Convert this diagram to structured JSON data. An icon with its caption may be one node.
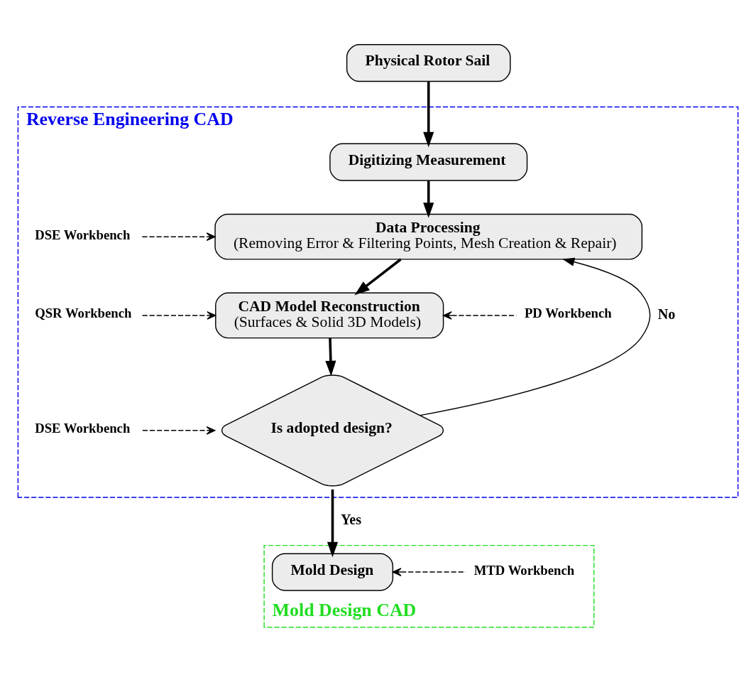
{
  "diagram": {
    "nodes": [
      {
        "text": [
          "Reverse Engineering CAD"
        ]
      },
      {
        "text": [
          "Mold Design CAD"
        ]
      },
      {
        "text": [
          "Physical Rotor Sail"
        ]
      },
      {
        "text": [
          "Digitizing Measurement"
        ],
        "in": 0
      },
      {
        "text": [
          "Data Processing",
          "(Removing Error & Filtering Points, Mesh Creation & Repair)"
        ],
        "in": 0
      },
      {
        "text": [
          "CAD Model Reconstruction",
          "(Surfaces & Solid 3D Models)"
        ],
        "in": 0
      },
      {
        "text": [
          "Is adopted design?"
        ],
        "in": 0
      },
      {
        "text": [
          "Mold Design"
        ],
        "in": 1
      },
      {
        "text": [
          "DSE Workbench"
        ],
        "in": 0
      },
      {
        "text": [
          "QSR Workbench"
        ],
        "in": 0
      },
      {
        "text": [
          "PD Workbench"
        ],
        "in": 0
      },
      {
        "text": [
          "DSE Workbench"
        ],
        "in": 0
      },
      {
        "text": [
          "MTD Workbench"
        ],
        "in": 1
      }
    ],
    "edges": [
      {
        "from": 2,
        "to": 3,
        "arrow": "to",
        "style": "thick"
      },
      {
        "from": 3,
        "to": 4,
        "arrow": "to",
        "style": "thick"
      },
      {
        "from": 4,
        "to": 5,
        "arrow": "to",
        "style": "thick"
      },
      {
        "from": 5,
        "to": 6,
        "arrow": "to",
        "style": "thick"
      },
      {
        "from": 6,
        "to": 4,
        "arrow": "to",
        "label": "No"
      },
      {
        "from": 6,
        "to": 7,
        "arrow": "to",
        "label": "Yes",
        "style": "thick"
      },
      {
        "from": 8,
        "to": 4,
        "arrow": "to",
        "style": "dashed"
      },
      {
        "from": 9,
        "to": 5,
        "arrow": "to",
        "style": "dashed"
      },
      {
        "from": 10,
        "to": 5,
        "arrow": "to",
        "style": "dashed"
      },
      {
        "from": 11,
        "to": 6,
        "arrow": "to",
        "style": "dashed"
      },
      {
        "from": 12,
        "to": 7,
        "arrow": "to",
        "style": "dashed"
      }
    ]
  }
}
